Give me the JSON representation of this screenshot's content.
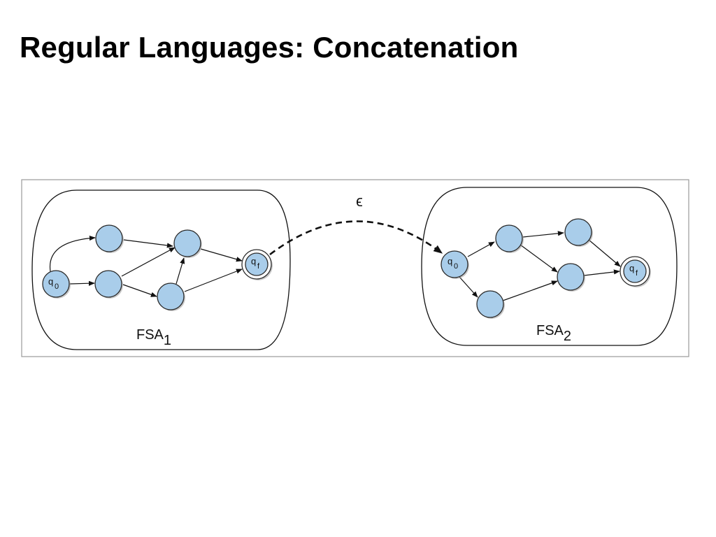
{
  "slide": {
    "title": "Regular Languages: Concatenation"
  },
  "diagram": {
    "epsilon_label": "ϵ",
    "fsa1": {
      "name": "FSA",
      "subscript": "1",
      "start_label": "q",
      "start_sub": "0",
      "final_label": "q",
      "final_sub": "f"
    },
    "fsa2": {
      "name": "FSA",
      "subscript": "2",
      "start_label": "q",
      "start_sub": "0",
      "final_label": "q",
      "final_sub": "f"
    },
    "colors": {
      "state_fill": "#a9cdea",
      "stroke": "#111111"
    }
  }
}
